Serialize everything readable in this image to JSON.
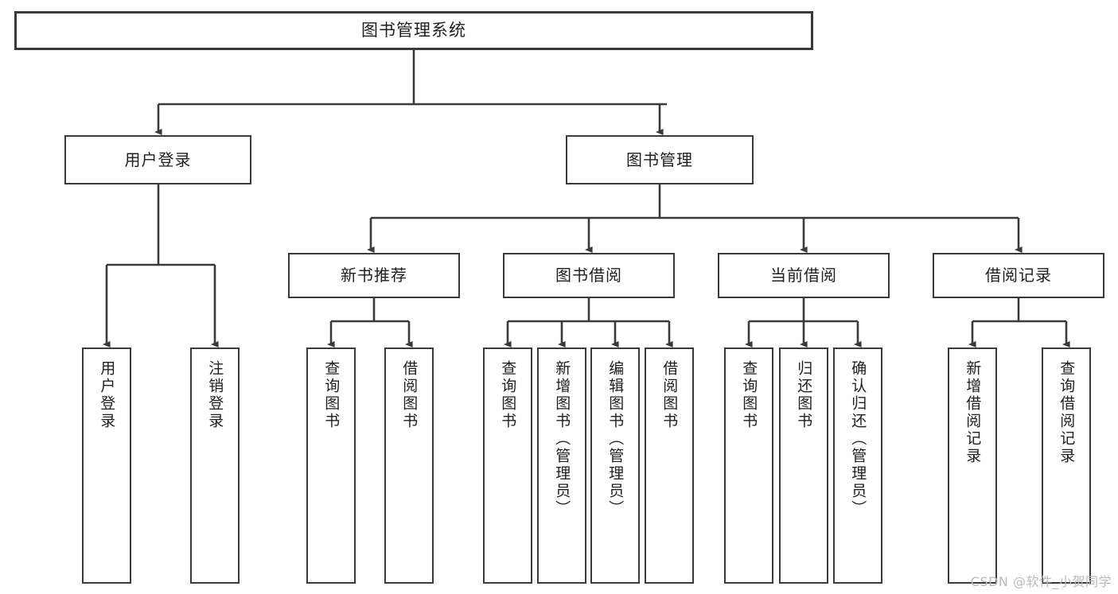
{
  "diagram": {
    "title": "图书管理系统",
    "type": "tree-hierarchy",
    "colors": {
      "box_border": "#3a3a3a",
      "box_fill": "#ffffff",
      "connector": "#3a3a3a",
      "text": "#1f1f1f",
      "watermark": "#b9b9b9"
    },
    "root": {
      "label": "图书管理系统"
    },
    "level2": [
      {
        "label": "用户登录"
      },
      {
        "label": "图书管理"
      }
    ],
    "level3": [
      {
        "label": "新书推荐"
      },
      {
        "label": "图书借阅"
      },
      {
        "label": "当前借阅"
      },
      {
        "label": "借阅记录"
      }
    ],
    "leaves": {
      "user_login": [
        {
          "label": "用户登录"
        },
        {
          "label": "注销登录"
        }
      ],
      "new_book_recommend": [
        {
          "label": "查询图书"
        },
        {
          "label": "借阅图书"
        }
      ],
      "book_borrow": [
        {
          "label": "查询图书"
        },
        {
          "label": "新增图书（管理员）"
        },
        {
          "label": "编辑图书（管理员）"
        },
        {
          "label": "借阅图书"
        }
      ],
      "current_borrow": [
        {
          "label": "查询图书"
        },
        {
          "label": "归还图书"
        },
        {
          "label": "确认归还（管理员）"
        }
      ],
      "borrow_record": [
        {
          "label": "新增借阅记录"
        },
        {
          "label": "查询借阅记录"
        }
      ]
    }
  },
  "watermark": {
    "text": "CSDN @软件_小贺同学"
  }
}
